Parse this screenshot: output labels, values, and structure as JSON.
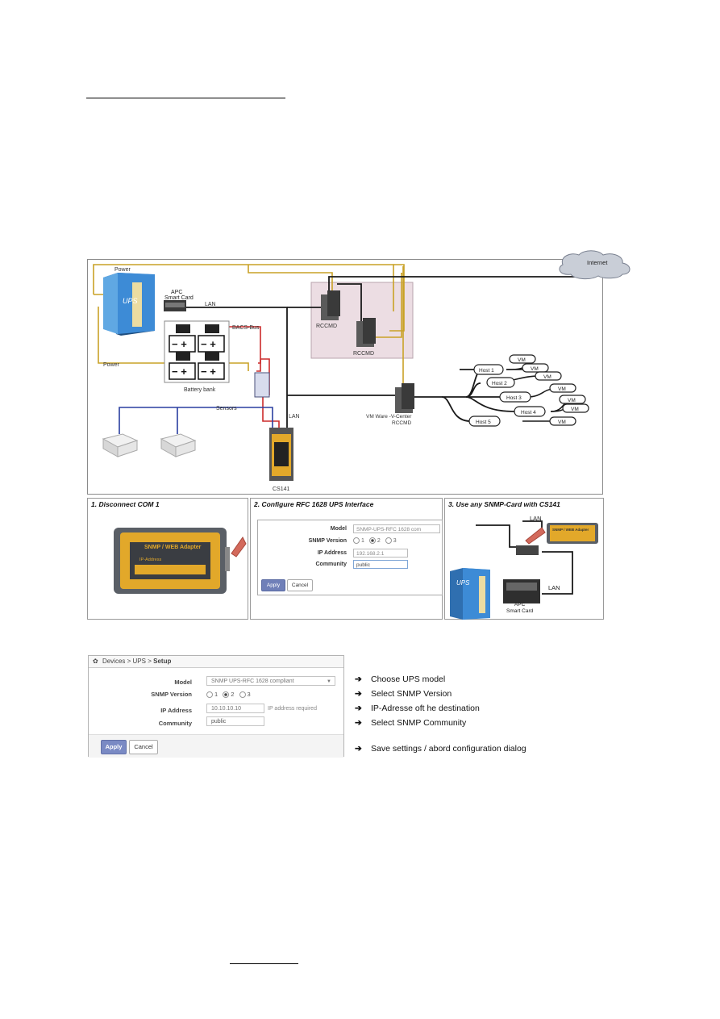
{
  "diagram": {
    "labels": {
      "internet": "Internet",
      "power_top": "Power",
      "power_left": "Power",
      "ups": "UPS",
      "apc_smart_card": "APC\nSmart Card",
      "lan_top": "LAN",
      "bacs_bus": "BACS-Bus",
      "battery_bank": "Battery bank",
      "sensors": "Sensors",
      "lan_mid": "LAN",
      "cs141": "CS141",
      "rccmd_1": "RCCMD",
      "rccmd_2": "RCCMD",
      "vcenter": "VM Ware -V-Center\nRCCMD",
      "hosts": [
        "Host 1",
        "Host 2",
        "Host 3",
        "Host 4",
        "Host 5"
      ],
      "vm": "VM"
    }
  },
  "panels": {
    "p1": {
      "title": "1. Disconnect COM 1",
      "adapter_title": "SNMP / WEB  Adapter",
      "ip_label": "IP-Address"
    },
    "p2": {
      "title": "2. Configure RFC 1628 UPS Interface",
      "model_label": "Model",
      "model_value": "SNMP-UPS-RFC 1628 com",
      "snmp_label": "SNMP Version",
      "snmp_options": [
        "1",
        "2",
        "3"
      ],
      "ip_label": "IP Address",
      "ip_value": "192.168.2.1",
      "community_label": "Community",
      "community_value": "public",
      "apply": "Apply",
      "cancel": "Cancel"
    },
    "p3": {
      "title": "3. Use any SNMP-Card with CS141",
      "lan_top": "LAN",
      "lan_right": "LAN",
      "ups": "UPS",
      "apc": "APC\nSmart Card",
      "adapter_title": "SNMP / WEB  Adapter"
    }
  },
  "setup": {
    "breadcrumb": [
      "Devices",
      "UPS",
      "Setup"
    ],
    "model_label": "Model",
    "model_value": "SNMP UPS-RFC 1628 compliant",
    "snmp_label": "SNMP Version",
    "snmp_options": [
      "1",
      "2",
      "3"
    ],
    "snmp_selected": "2",
    "ip_label": "IP Address",
    "ip_placeholder": "10.10.10.10",
    "ip_hint": "IP address required",
    "community_label": "Community",
    "community_value": "public",
    "apply": "Apply",
    "cancel": "Cancel"
  },
  "instructions": [
    "Choose UPS model",
    "Select SNMP Version",
    "IP-Adresse oft he destination",
    "Select SNMP Community",
    "Save settings / abord configuration dialog"
  ]
}
